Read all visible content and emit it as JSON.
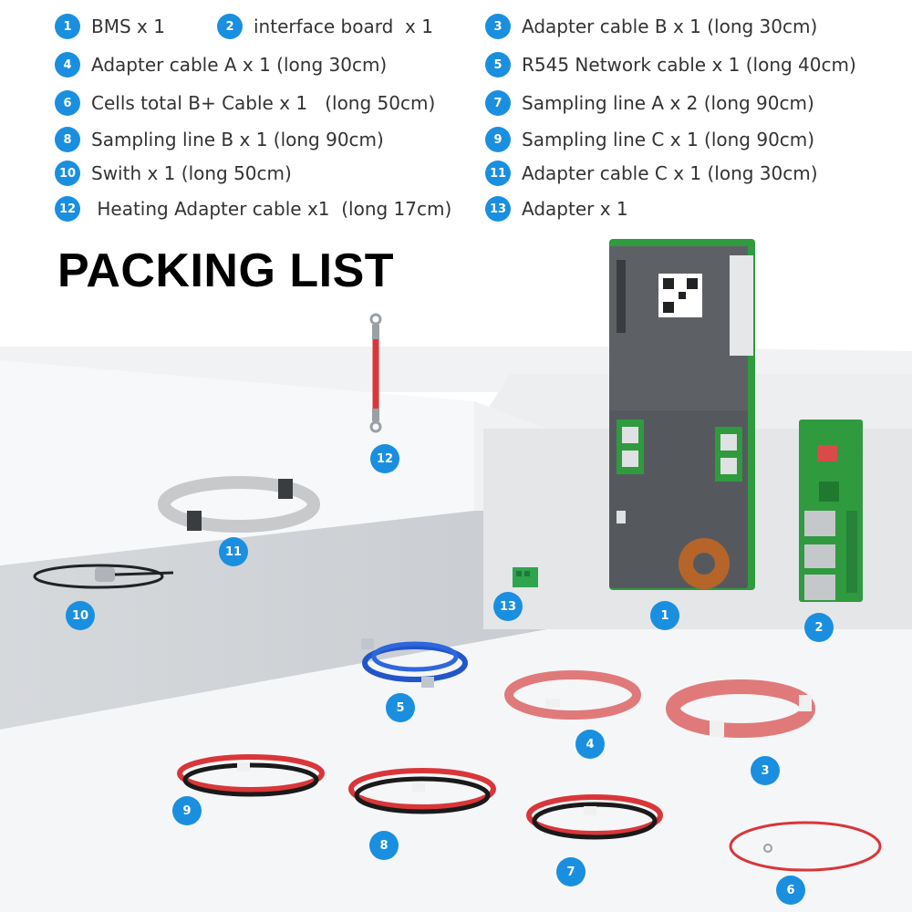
{
  "title": "PACKING LIST",
  "items": [
    {
      "num": "1",
      "label": "BMS x 1"
    },
    {
      "num": "2",
      "label": "interface board  x 1"
    },
    {
      "num": "3",
      "label": "Adapter cable B x 1 (long 30cm)"
    },
    {
      "num": "4",
      "label": "Adapter cable A x 1 (long 30cm)"
    },
    {
      "num": "5",
      "label": "R545 Network cable x 1 (long 40cm)"
    },
    {
      "num": "6",
      "label": "Cells total B+ Cable x 1   (long 50cm)"
    },
    {
      "num": "7",
      "label": "Sampling line A x 2 (long 90cm)"
    },
    {
      "num": "8",
      "label": "Sampling line B x 1 (long 90cm)"
    },
    {
      "num": "9",
      "label": "Sampling line C x 1 (long 90cm)"
    },
    {
      "num": "10",
      "label": "Swith x 1 (long 50cm)"
    },
    {
      "num": "11",
      "label": "Adapter cable C x 1 (long 30cm)"
    },
    {
      "num": "12",
      "label": " Heating Adapter cable x1  (long 17cm)"
    },
    {
      "num": "13",
      "label": "Adapter x 1"
    }
  ],
  "badges": [
    "1",
    "2",
    "3",
    "4",
    "5",
    "6",
    "7",
    "8",
    "9",
    "10",
    "11",
    "12",
    "13"
  ],
  "colors": {
    "accent": "#1a8fe0",
    "pcb_green": "#2f9a3e",
    "wire_red": "#d9363a",
    "cable_blue": "#2255c8"
  }
}
